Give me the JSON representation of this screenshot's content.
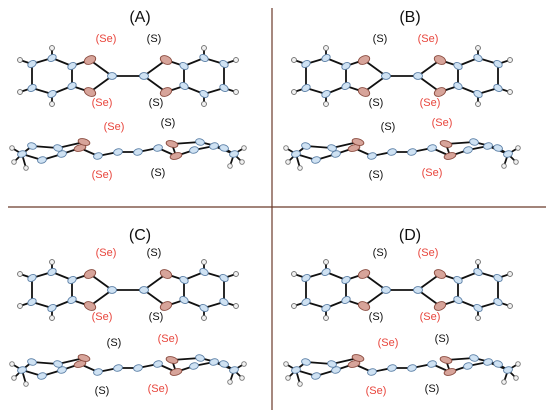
{
  "panels": [
    {
      "label": "(A)",
      "top_view": {
        "up_left": "(Se)",
        "up_right": "(S)",
        "down_left": "(Se)",
        "down_right": "(S)"
      },
      "side_view": {
        "up_left": "(Se)",
        "up_right": "(S)",
        "down_left": "(Se)",
        "down_right": "(S)"
      }
    },
    {
      "label": "(B)",
      "top_view": {
        "up_left": "(S)",
        "up_right": "(Se)",
        "down_left": "(S)",
        "down_right": "(Se)"
      },
      "side_view": {
        "up_left": "(S)",
        "up_right": "(Se)",
        "down_left": "(S)",
        "down_right": "(Se)"
      }
    },
    {
      "label": "(C)",
      "top_view": {
        "up_left": "(Se)",
        "up_right": "(S)",
        "down_left": "(Se)",
        "down_right": "(S)"
      },
      "side_view": {
        "up_left": "(S)",
        "up_right": "(Se)",
        "down_left": "(S)",
        "down_right": "(Se)"
      }
    },
    {
      "label": "(D)",
      "top_view": {
        "up_left": "(S)",
        "up_right": "(Se)",
        "down_left": "(S)",
        "down_right": "(Se)"
      },
      "side_view": {
        "up_left": "(Se)",
        "up_right": "(S)",
        "down_left": "(Se)",
        "down_right": "(S)"
      }
    }
  ],
  "colors": {
    "divider": "#6b3a2a",
    "selenium_label": "#e8453c",
    "sulfur_label": "#111111",
    "carbon_atom": "#cfe2f3",
    "carbon_atom_edge": "#5b7fa6",
    "heteroatom_atom": "#d7a49a",
    "heteroatom_atom_edge": "#8a4b3f",
    "hydrogen_atom": "#f2f2f2",
    "bond": "#111111"
  }
}
